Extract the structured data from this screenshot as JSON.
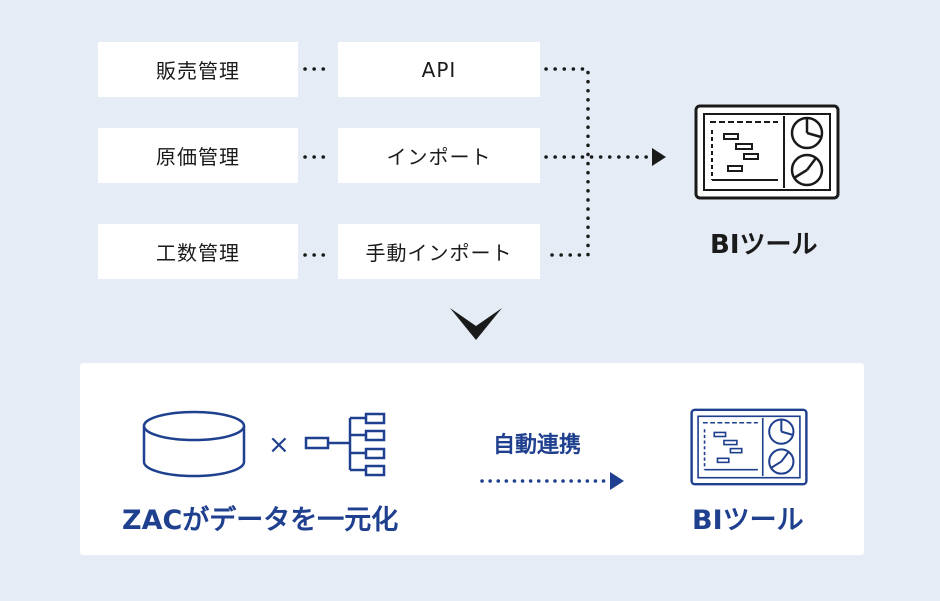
{
  "top": {
    "sources": [
      {
        "label": "販売管理"
      },
      {
        "label": "原価管理"
      },
      {
        "label": "工数管理"
      }
    ],
    "methods": [
      {
        "label": "API"
      },
      {
        "label": "インポート"
      },
      {
        "label": "手動インポート"
      }
    ],
    "destination": {
      "label": "BIツール",
      "icon": "dashboard-icon"
    }
  },
  "transition": {
    "icon": "chevron-down-icon"
  },
  "bottom": {
    "source_label": "ZACがデータを一元化",
    "times_symbol": "×",
    "link_label": "自動連携",
    "destination_label": "BIツール",
    "icons": [
      "database-icon",
      "tree-structure-icon",
      "dashboard-icon"
    ]
  },
  "colors": {
    "background": "#e6ecf6",
    "dark": "#1a1a1a",
    "accent": "#1f3f8f"
  }
}
